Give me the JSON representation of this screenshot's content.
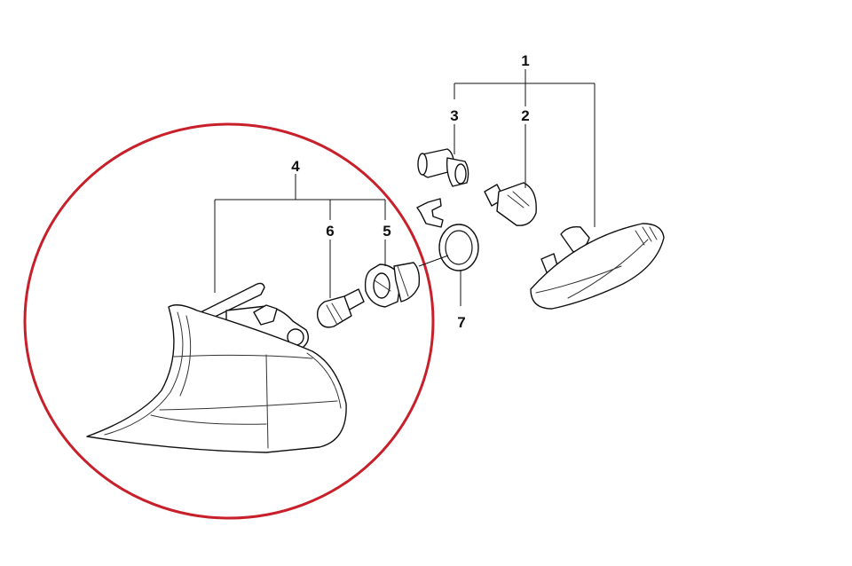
{
  "colors": {
    "highlight_circle": "#c8202a",
    "line_art": "#111111",
    "background": "#ffffff"
  },
  "callouts": {
    "c1": "1",
    "c2": "2",
    "c3": "3",
    "c4": "4",
    "c5": "5",
    "c6": "6",
    "c7": "7"
  }
}
